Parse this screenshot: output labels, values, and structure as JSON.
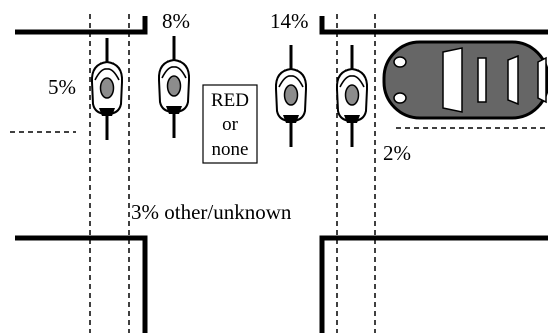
{
  "labels": {
    "pct_left_bike": "5%",
    "pct_second_bike": "8%",
    "pct_third_bike": "14%",
    "pct_right_bike": "2%",
    "other": "3% other/unknown"
  },
  "signal": {
    "line1": "RED",
    "line2": "or",
    "line3": "none"
  },
  "colors": {
    "road_line": "#000000",
    "bike_body": "#ffffff",
    "bike_helmet": "#8c8c8c",
    "car_body": "#666666",
    "window": "#ffffff"
  },
  "icons": [
    "bicycle-icon",
    "car-icon"
  ]
}
